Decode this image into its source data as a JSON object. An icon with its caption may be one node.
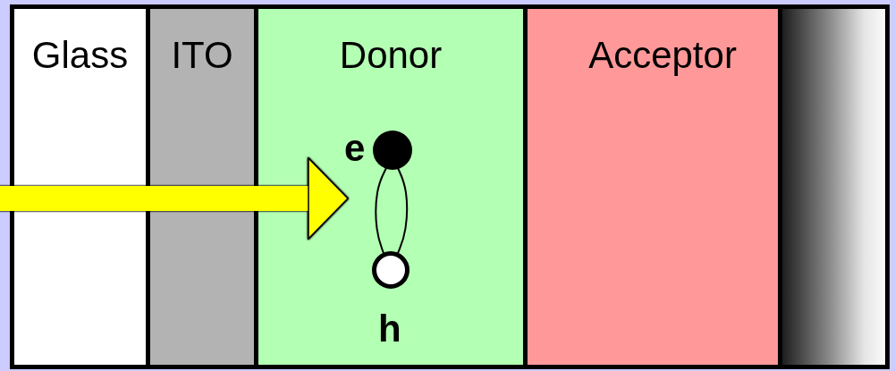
{
  "diagram": {
    "nodes": [
      {
        "text": [
          "Glass"
        ]
      },
      {
        "text": [
          "ITO"
        ]
      },
      {
        "text": [
          "Donor"
        ]
      },
      {
        "text": [
          "Acceptor"
        ]
      },
      {
        "text": [],
        "shape": "box"
      },
      {
        "text": [],
        "shape": "circle",
        "in": 2,
        "beside": [
          "e"
        ]
      },
      {
        "text": [],
        "shape": "circle",
        "in": 2,
        "beside": [
          "h"
        ]
      }
    ],
    "edges": [
      {
        "from": null,
        "to": 2,
        "arrow": "to",
        "style": "thick",
        "color": "#ffff00"
      },
      {
        "from": 5,
        "to": 6,
        "arrow": "none",
        "color": "#000000"
      }
    ]
  }
}
